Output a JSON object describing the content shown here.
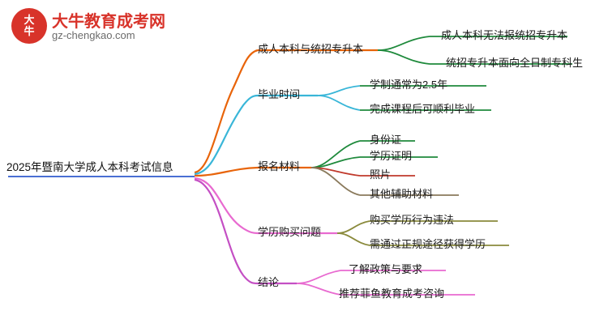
{
  "logo": {
    "mark_line1": "大",
    "mark_line2": "牛",
    "title": "大牛教育成考网",
    "subtitle": "gz-chengkao.com"
  },
  "mindmap": {
    "root": {
      "label": "2025年暨南大学成人本科考试信息",
      "color": "#4a6fd4"
    },
    "branches": [
      {
        "label": "成人本科与统招专升本",
        "color": "#e8640a",
        "children": [
          {
            "label": "成人本科无法报统招专升本",
            "color": "#1f8a3c"
          },
          {
            "label": "统招专升本面向全日制专科生",
            "color": "#1f8a3c"
          }
        ]
      },
      {
        "label": "毕业时间",
        "color": "#39b6d8",
        "children": [
          {
            "label": "学制通常为2.5年",
            "color": "#1f8a3c"
          },
          {
            "label": "完成课程后可顺利毕业",
            "color": "#1f8a3c"
          }
        ]
      },
      {
        "label": "报名材料",
        "color": "#e8640a",
        "children": [
          {
            "label": "身份证",
            "color": "#1f8a3c"
          },
          {
            "label": "学历证明",
            "color": "#1f8a3c"
          },
          {
            "label": "照片",
            "color": "#c0392b"
          },
          {
            "label": "其他辅助材料",
            "color": "#8a7a5c"
          }
        ]
      },
      {
        "label": "学历购买问题",
        "color": "#e86ad0",
        "children": [
          {
            "label": "购买学历行为违法",
            "color": "#8a8a3c"
          },
          {
            "label": "需通过正规途径获得学历",
            "color": "#8a8a3c"
          }
        ]
      },
      {
        "label": "结论",
        "color": "#c44fc4",
        "children": [
          {
            "label": "了解政策与要求",
            "color": "#e86ad0"
          },
          {
            "label": "推荐菲鱼教育成考咨询",
            "color": "#e86ad0"
          }
        ]
      }
    ]
  }
}
